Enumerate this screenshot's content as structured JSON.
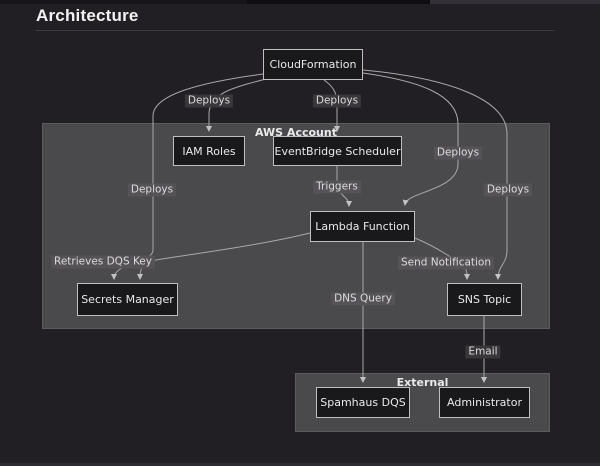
{
  "page": {
    "title": "Architecture"
  },
  "diagram": {
    "clusters": {
      "aws": {
        "label": "AWS Account"
      },
      "external": {
        "label": "External"
      }
    },
    "nodes": {
      "cloudformation": {
        "label": "CloudFormation"
      },
      "iam_roles": {
        "label": "IAM Roles"
      },
      "eventbridge": {
        "label": "EventBridge Scheduler"
      },
      "lambda": {
        "label": "Lambda Function"
      },
      "secrets_manager": {
        "label": "Secrets Manager"
      },
      "sns_topic": {
        "label": "SNS Topic"
      },
      "spamhaus": {
        "label": "Spamhaus DQS"
      },
      "administrator": {
        "label": "Administrator"
      }
    },
    "edge_labels": {
      "deploys_iam": "Deploys",
      "deploys_eventbridge": "Deploys",
      "deploys_lambda": "Deploys",
      "deploys_sns": "Deploys",
      "deploys_secrets": "Deploys",
      "triggers": "Triggers",
      "retrieves_dqs_key": "Retrieves DQS Key",
      "send_notification": "Send Notification",
      "dns_query": "DNS Query",
      "email": "Email"
    }
  },
  "colors": {
    "page_background": "#211f24",
    "cluster_fill": "#4a494b",
    "node_fill": "#19181a",
    "node_border": "#bfbfbf",
    "edge_line": "#a8a8a8",
    "text": "#e9e9e9"
  }
}
